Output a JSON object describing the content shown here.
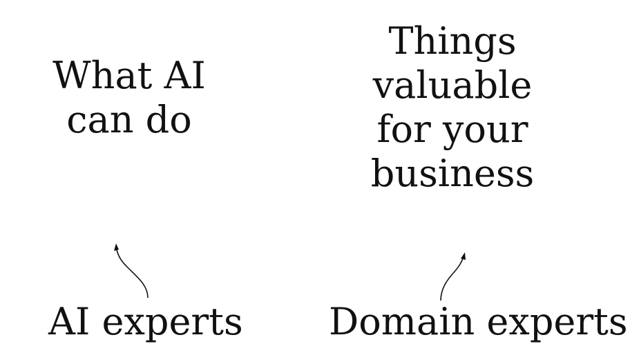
{
  "diagram": {
    "left_concept": {
      "lines": [
        "What AI",
        "can do"
      ]
    },
    "right_concept": {
      "lines": [
        "Things",
        "valuable",
        "for your",
        "business"
      ]
    },
    "left_group": {
      "label": "AI experts"
    },
    "right_group": {
      "label": "Domain experts"
    }
  }
}
